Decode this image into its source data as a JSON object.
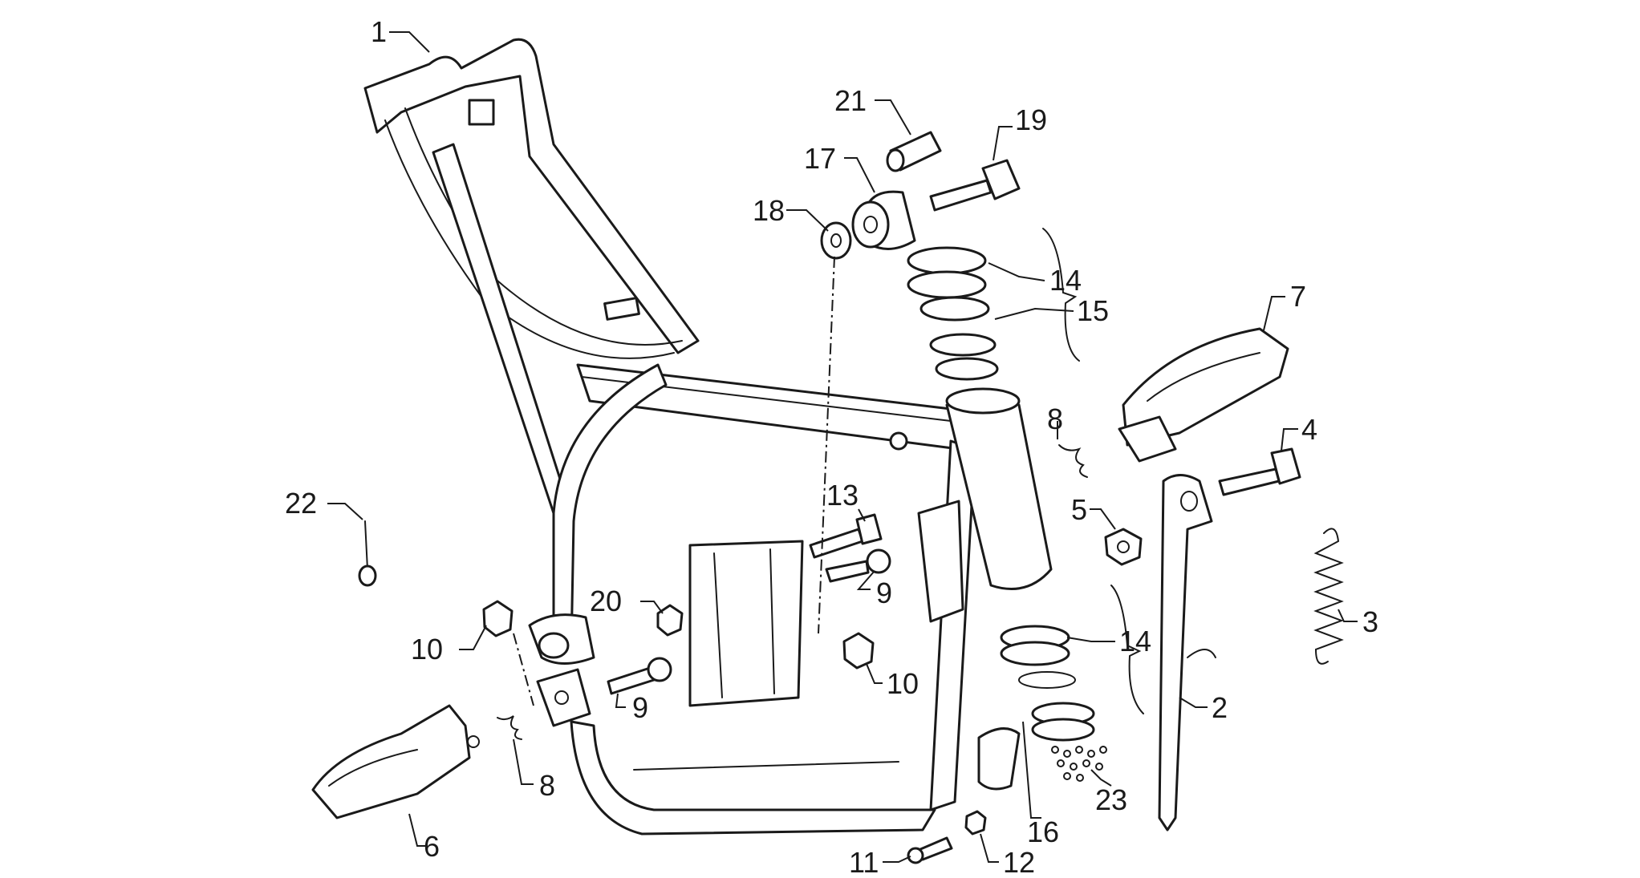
{
  "diagram": {
    "colors": {
      "line": "#1a1a1a",
      "background": "#ffffff"
    },
    "callouts": [
      {
        "id": "c1",
        "label": "1"
      },
      {
        "id": "c21",
        "label": "21"
      },
      {
        "id": "c19",
        "label": "19"
      },
      {
        "id": "c17",
        "label": "17"
      },
      {
        "id": "c18",
        "label": "18"
      },
      {
        "id": "c14a",
        "label": "14"
      },
      {
        "id": "c15",
        "label": "15"
      },
      {
        "id": "c7",
        "label": "7"
      },
      {
        "id": "c8a",
        "label": "8"
      },
      {
        "id": "c4",
        "label": "4"
      },
      {
        "id": "c5",
        "label": "5"
      },
      {
        "id": "c13",
        "label": "13"
      },
      {
        "id": "c22",
        "label": "22"
      },
      {
        "id": "c9a",
        "label": "9"
      },
      {
        "id": "c3",
        "label": "3"
      },
      {
        "id": "c20",
        "label": "20"
      },
      {
        "id": "c10a",
        "label": "10"
      },
      {
        "id": "c14b",
        "label": "14"
      },
      {
        "id": "c10b",
        "label": "10"
      },
      {
        "id": "c9b",
        "label": "9"
      },
      {
        "id": "c2",
        "label": "2"
      },
      {
        "id": "c8b",
        "label": "8"
      },
      {
        "id": "c23",
        "label": "23"
      },
      {
        "id": "c16",
        "label": "16"
      },
      {
        "id": "c6",
        "label": "6"
      },
      {
        "id": "c11",
        "label": "11"
      },
      {
        "id": "c12",
        "label": "12"
      }
    ]
  }
}
